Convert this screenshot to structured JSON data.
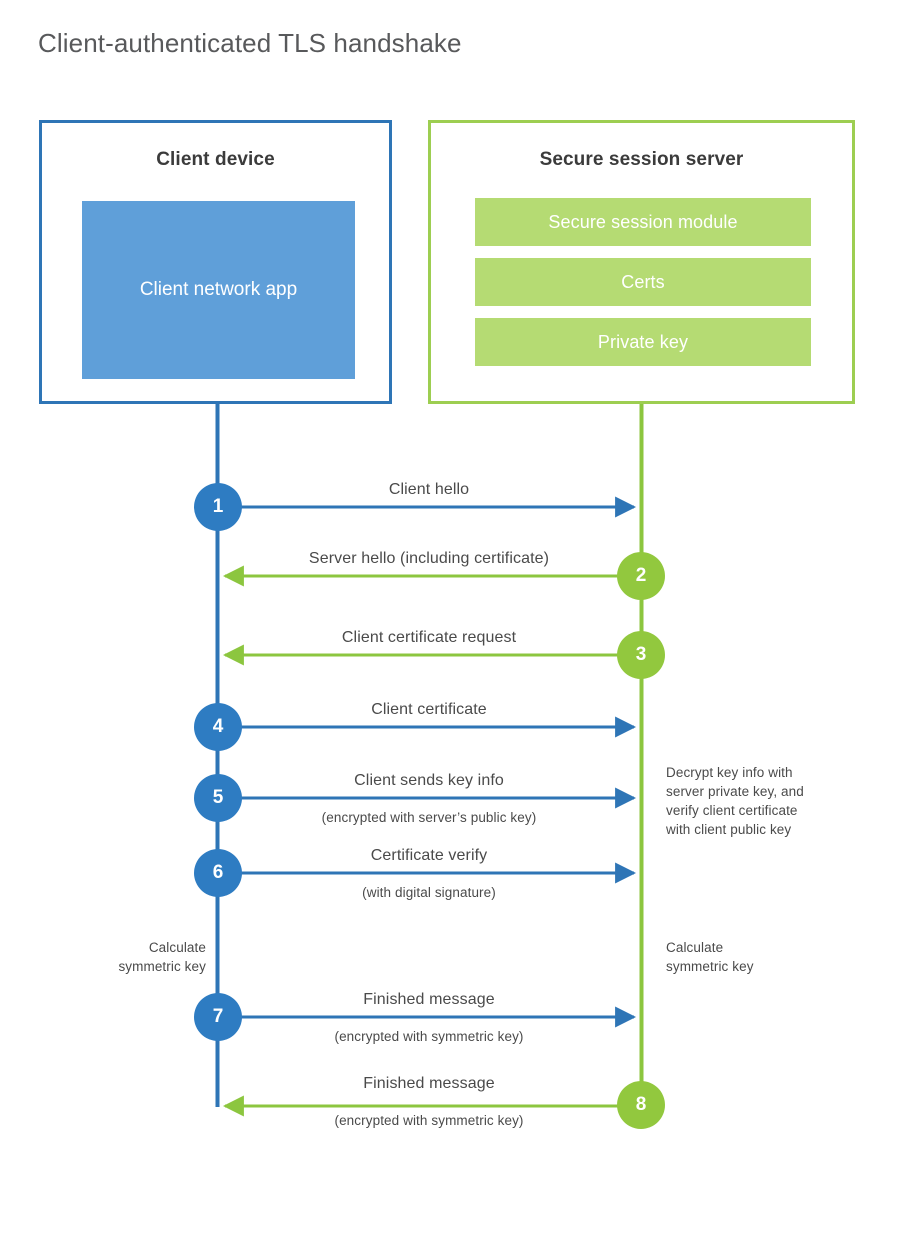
{
  "title": "Client-authenticated TLS handshake",
  "colors": {
    "client_accent": "#2e75b6",
    "client_fill": "#5f9fd9",
    "client_circle": "#2e7cc2",
    "server_accent": "#9dce51",
    "server_fill": "#b5db73",
    "server_circle": "#92c83e",
    "text": "#4a4a4a",
    "title_text": "#58595b"
  },
  "parties": {
    "client": {
      "title": "Client device",
      "block_label": "Client network app"
    },
    "server": {
      "title": "Secure session server",
      "modules": [
        "Secure session module",
        "Certs",
        "Private key"
      ]
    }
  },
  "steps": [
    {
      "number": "1",
      "label": "Client hello",
      "sub": "",
      "direction": "client-to-server"
    },
    {
      "number": "2",
      "label": "Server hello (including certificate)",
      "sub": "",
      "direction": "server-to-client"
    },
    {
      "number": "3",
      "label": "Client certificate request",
      "sub": "",
      "direction": "server-to-client"
    },
    {
      "number": "4",
      "label": "Client certificate",
      "sub": "",
      "direction": "client-to-server"
    },
    {
      "number": "5",
      "label": "Client sends key info",
      "sub": "(encrypted with server’s public key)",
      "direction": "client-to-server"
    },
    {
      "number": "6",
      "label": "Certificate verify",
      "sub": "(with digital signature)",
      "direction": "client-to-server"
    },
    {
      "number": "7",
      "label": "Finished message",
      "sub": "(encrypted with symmetric key)",
      "direction": "client-to-server"
    },
    {
      "number": "8",
      "label": "Finished message",
      "sub": "(encrypted with symmetric key)",
      "direction": "server-to-client"
    }
  ],
  "annotations": {
    "server_decrypt": [
      "Decrypt key info with",
      "server private key, and",
      "verify client certificate",
      "with client public key"
    ],
    "client_calculate": [
      "Calculate",
      "symmetric key"
    ],
    "server_calculate": [
      "Calculate",
      "symmetric key"
    ]
  }
}
